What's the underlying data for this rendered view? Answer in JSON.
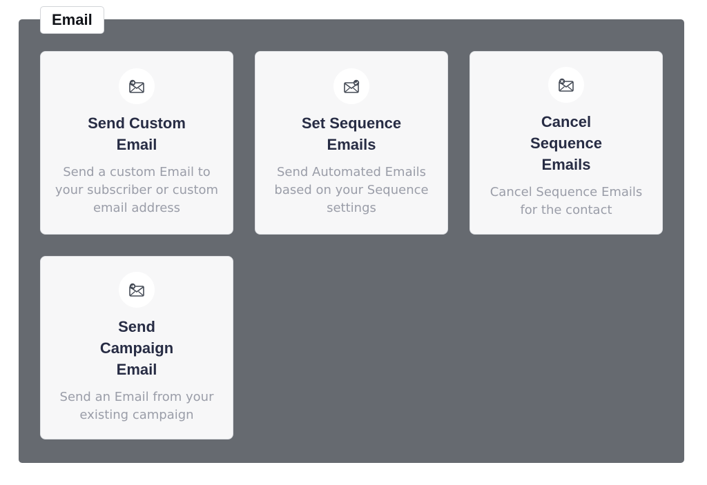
{
  "section": {
    "label": "Email"
  },
  "cards": [
    {
      "title": "Send Custom Email",
      "description": "Send a custom Email to your subscriber or custom email address",
      "icon": "email-send-icon"
    },
    {
      "title": "Set Sequence Emails",
      "description": "Send Automated Emails based on your Sequence settings",
      "icon": "email-check-icon"
    },
    {
      "title": "Cancel Sequence Emails",
      "description": "Cancel Sequence Emails for the contact",
      "icon": "email-cancel-icon"
    },
    {
      "title": "Send Campaign Email",
      "description": "Send an Email from your existing campaign",
      "icon": "email-send-icon"
    }
  ],
  "colors": {
    "panel": "#666a70",
    "card": "#f7f7f8",
    "title": "#272c44",
    "description": "#9a9da8"
  }
}
